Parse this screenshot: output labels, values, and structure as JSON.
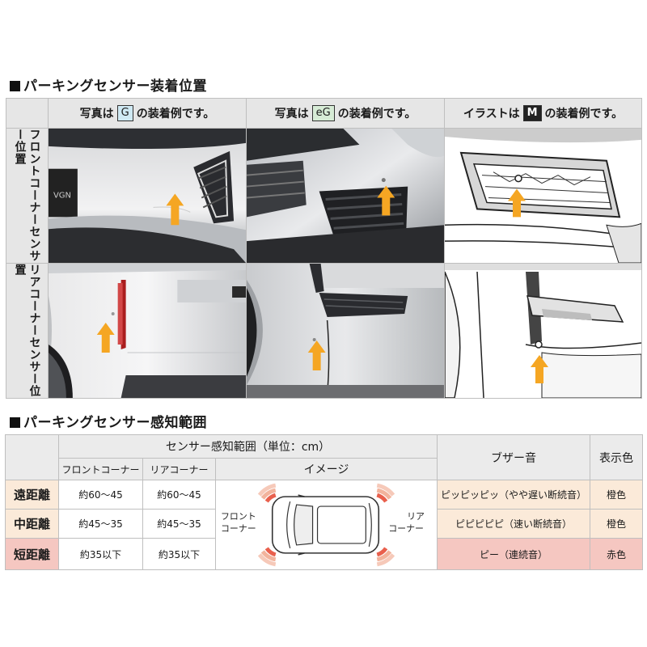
{
  "section1": {
    "title": "パーキングセンサー装着位置",
    "columns": [
      {
        "prefix": "写真は",
        "badge": "G",
        "suffix": "の装着例です。"
      },
      {
        "prefix": "写真は",
        "badge": "eG",
        "suffix": "の装着例です。"
      },
      {
        "prefix": "イラストは",
        "badge": "M",
        "suffix": "の装着例です。"
      }
    ],
    "rows": [
      "フロントコーナーセンサー位置",
      "リアコーナーセンサー位置"
    ],
    "accent": "#f5a623"
  },
  "section2": {
    "title": "パーキングセンサー感知範囲",
    "range_header": "センサー感知範囲（単位：cm）",
    "front_corner": "フロントコーナー",
    "rear_corner": "リアコーナー",
    "image_header": "イメージ",
    "buzzer_header": "ブザー音",
    "color_header": "表示色",
    "rows": [
      {
        "level": "遠距離",
        "front": "約60～45",
        "rear": "約60～45",
        "buzzer": "ピッピッピッ（やや遅い断続音）",
        "color": "橙色"
      },
      {
        "level": "中距離",
        "front": "約45～35",
        "rear": "約45～35",
        "buzzer": "ピピピピピ（速い断続音）",
        "color": "橙色"
      },
      {
        "level": "短距離",
        "front": "約35以下",
        "rear": "約35以下",
        "buzzer": "ピー（連続音）",
        "color": "赤色"
      }
    ],
    "image_labels": {
      "front": "フロント\nコーナー",
      "rear": "リア\nコーナー"
    },
    "colors": {
      "far": "#fbead9",
      "mid": "#fbead9",
      "near": "#f5c7c1"
    }
  }
}
